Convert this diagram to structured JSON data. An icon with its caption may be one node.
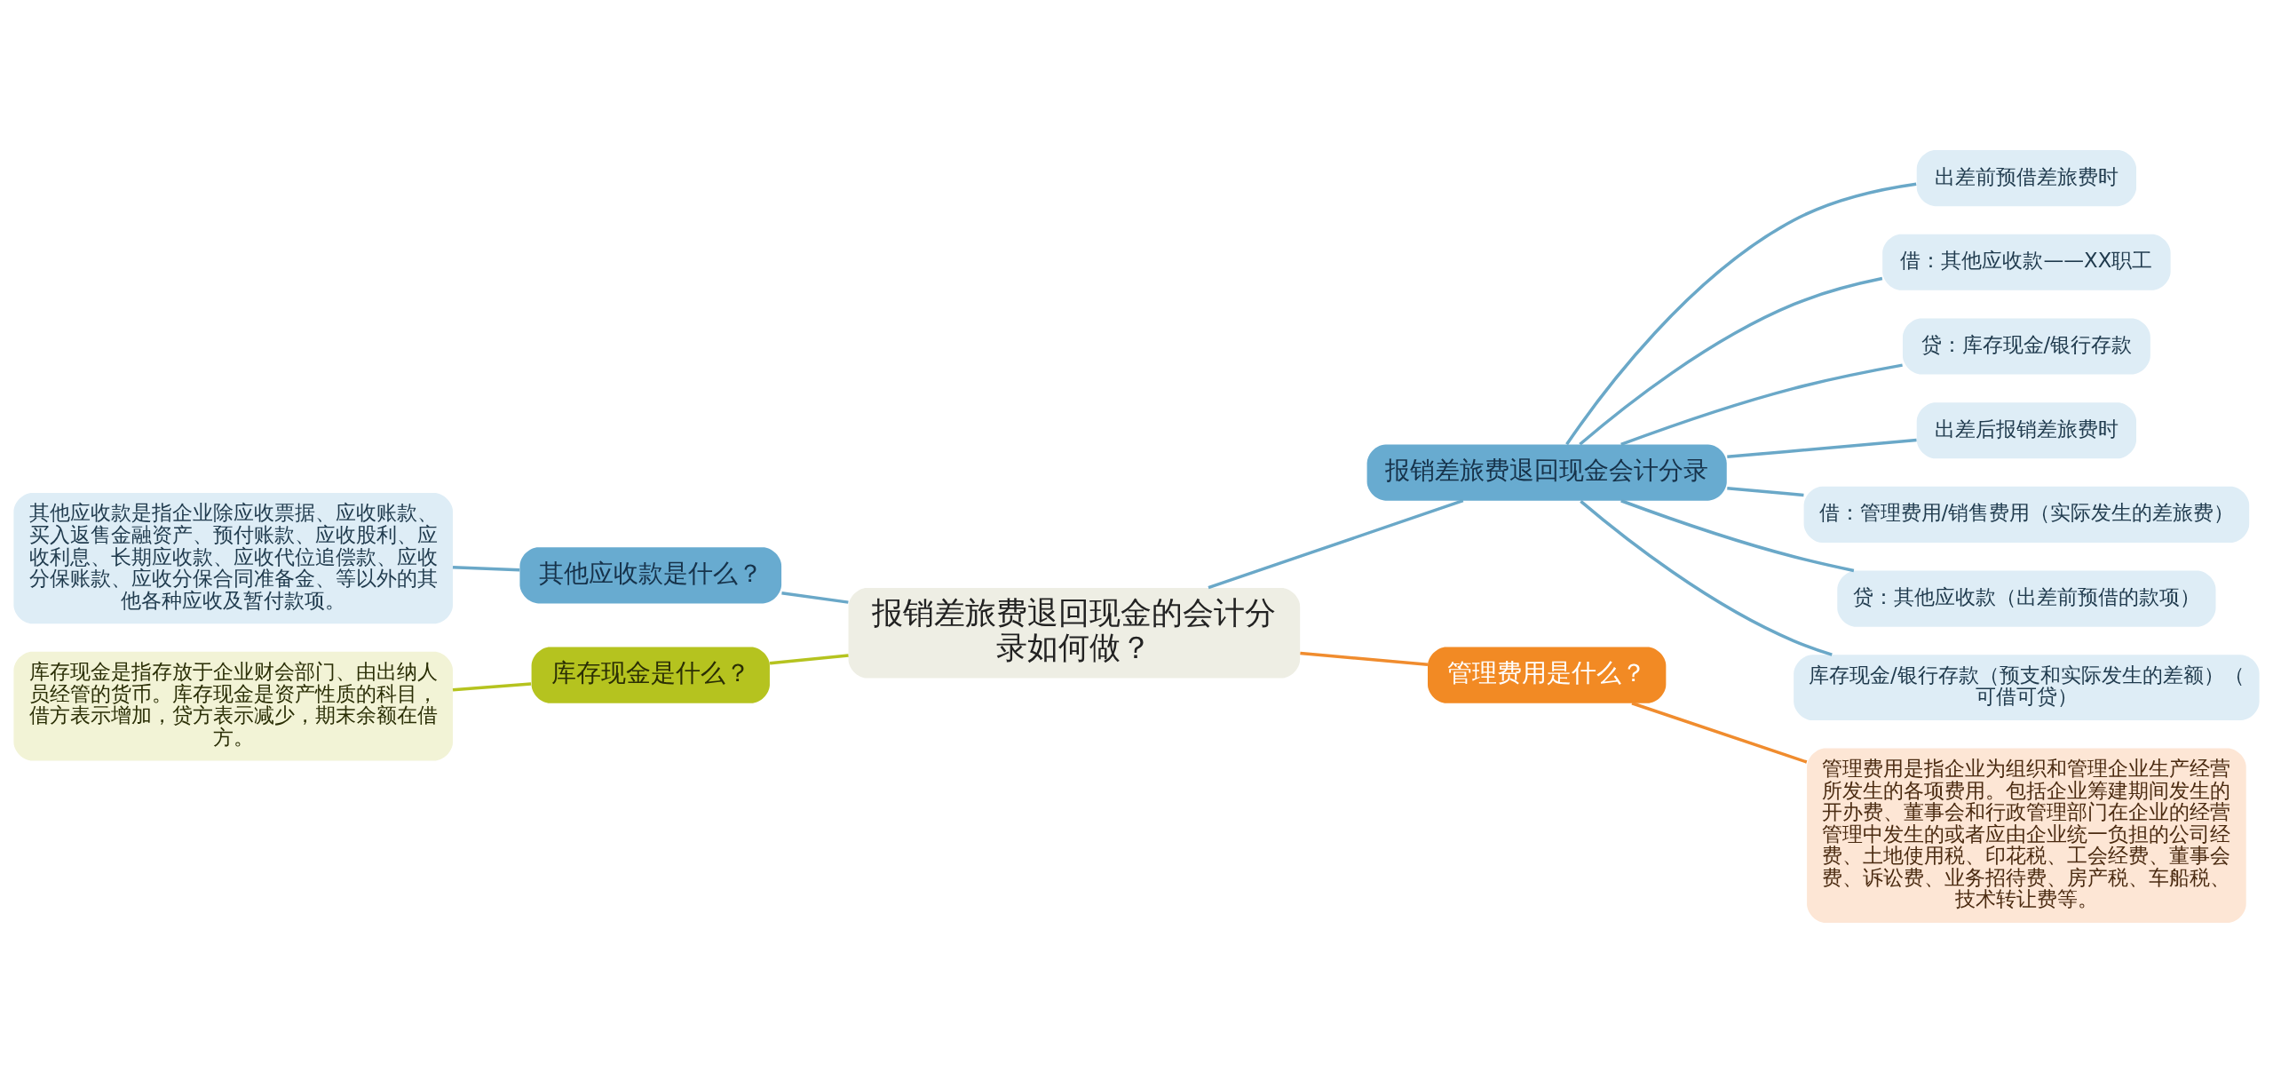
{
  "diagram": {
    "nodes": [
      {
        "text": [
          "报销差旅费退回现金的会计分录如何做？"
        ]
      },
      {
        "text": [
          "报销差旅费退回现金会计分录"
        ]
      },
      {
        "text": [
          "出差前预借差旅费时"
        ]
      },
      {
        "text": [
          "借：其他应收款——XX职工"
        ]
      },
      {
        "text": [
          "贷：库存现金/银行存款"
        ]
      },
      {
        "text": [
          "出差后报销差旅费时"
        ]
      },
      {
        "text": [
          "借：管理费用/销售费用（实际发生的差旅费）"
        ]
      },
      {
        "text": [
          "贷：其他应收款（出差前预借的款项）"
        ]
      },
      {
        "text": [
          "库存现金/银行存款（预支和实际发生的差额）（可借可贷）"
        ]
      },
      {
        "text": [
          "管理费用是什么？"
        ]
      },
      {
        "text": [
          "管理费用是指企业为组织和管理企业生产经营所发生的各项费用。包括企业筹建期间发生的开办费、董事会和行政管理部门在企业的经营管理中发生的或者应由企业统一负担的公司经费、土地使用税、印花税、工会经费、董事会费、诉讼费、业务招待费、房产税、车船税、技术转让费等。"
        ]
      },
      {
        "text": [
          "其他应收款是什么？"
        ]
      },
      {
        "text": [
          "其他应收款是指企业除应收票据、应收账款、买入返售金融资产、预付账款、应收股利、应收利息、长期应收款、应收代位追偿款、应收分保账款、应收分保合同准备金、等以外的其他各种应收及暂付款项。"
        ]
      },
      {
        "text": [
          "库存现金是什么？"
        ]
      },
      {
        "text": [
          "库存现金是指存放于企业财会部门、由出纳人员经管的货币。库存现金是资产性质的科目，借方表示增加，贷方表示减少，期末余额在借方。"
        ]
      }
    ],
    "edges": [
      {
        "from": 0,
        "to": 1,
        "arrow": "none"
      },
      {
        "from": 1,
        "to": 2,
        "arrow": "none"
      },
      {
        "from": 1,
        "to": 3,
        "arrow": "none"
      },
      {
        "from": 1,
        "to": 4,
        "arrow": "none"
      },
      {
        "from": 1,
        "to": 5,
        "arrow": "none"
      },
      {
        "from": 1,
        "to": 6,
        "arrow": "none"
      },
      {
        "from": 1,
        "to": 7,
        "arrow": "none"
      },
      {
        "from": 1,
        "to": 8,
        "arrow": "none"
      },
      {
        "from": 0,
        "to": 9,
        "arrow": "none",
        "color": "#f08c2e"
      },
      {
        "from": 9,
        "to": 10,
        "arrow": "none",
        "color": "#f08c2e"
      },
      {
        "from": 0,
        "to": 11,
        "arrow": "none"
      },
      {
        "from": 11,
        "to": 12,
        "arrow": "none"
      },
      {
        "from": 0,
        "to": 13,
        "arrow": "none",
        "color": "#b5c31f"
      },
      {
        "from": 13,
        "to": 14,
        "arrow": "none",
        "color": "#b5c31f"
      }
    ]
  }
}
